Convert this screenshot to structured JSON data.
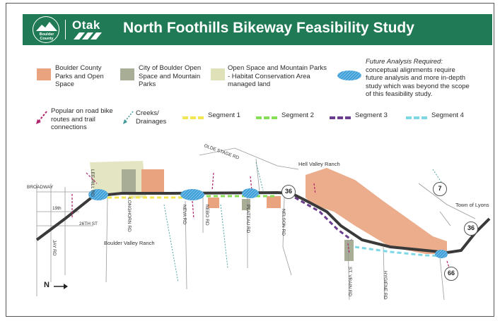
{
  "header": {
    "logo_text": "Boulder County",
    "partner": "Otak",
    "title": "North Foothills Bikeway Feasibility Study"
  },
  "colors": {
    "header_bg": "#1f7a55",
    "county_parks": "#e9a47f",
    "city_open_space": "#a8ad96",
    "habitat_area": "#dfe2b8",
    "future_analysis": "#3e9fd9",
    "popular_routes": "#b0226c",
    "creeks": "#3f9a9a",
    "segment_1": "#f3e653",
    "segment_2": "#86df57",
    "segment_3": "#6b3d8f",
    "segment_4": "#7ed7e6",
    "road": "#3a3a3a"
  },
  "legend": {
    "county_parks": "Boulder County Parks and Open Space",
    "city_open_space": "City of Boulder Open Space and Mountain Parks",
    "habitat_area": "Open Space and Mountain Parks - Habitat Conservation Area managed land",
    "future_head": "Future Analysis Required:",
    "future_body": "conceptual alignments require future analysis and more in-depth study which was beyond the scope of this feasibility study.",
    "popular_routes": "Popular on road bike routes and trail connections",
    "creeks": "Creeks/ Drainages",
    "segment_1": "Segment 1",
    "segment_2": "Segment 2",
    "segment_3": "Segment 3",
    "segment_4": "Segment 4"
  },
  "map_labels": {
    "broadway": "BROADWAY",
    "st19": "19th",
    "st26": "26TH ST",
    "jay_rd": "JAY RD",
    "lee_hill": "LEE HILL RD",
    "longhorn": "LONGHORN RD",
    "olde_stage": "OLDE STAGE RD",
    "boulder_valley_ranch": "Boulder Valley Ranch",
    "neva": "NEVA RD",
    "nebo": "NEBO RD",
    "plateau": "PLATEAU RD",
    "hell_valley": "Hell Valley Ranch",
    "nelson": "NELSON RD",
    "st_vrain": "ST. VRAIN RD",
    "hygiene": "HYGIENE RD",
    "town_of_lyons": "Town of Lyons",
    "hwy_36a": "36",
    "hwy_7": "7",
    "hwy_36b": "36",
    "hwy_66": "66",
    "north": "N"
  }
}
